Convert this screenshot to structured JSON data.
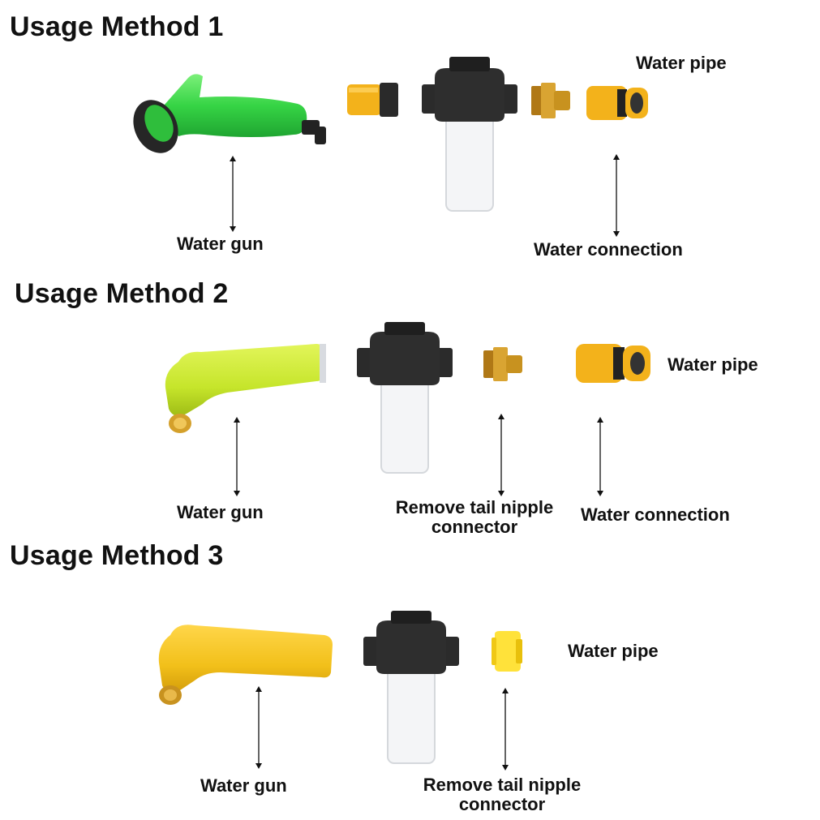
{
  "colors": {
    "background": "#ffffff",
    "text": "#111111",
    "green_gun": "#3ed94a",
    "lime_gun": "#c9e82e",
    "yellow_gun": "#f2c01a",
    "connector_yellow": "#f3b21b",
    "brass": "#c8921f",
    "dark_plastic": "#2b2b2b",
    "clear_bottle": "#f4f5f7"
  },
  "methods": [
    {
      "title": "Usage Method 1",
      "labels": {
        "water_pipe": "Water pipe",
        "water_gun": "Water gun",
        "water_connection": "Water connection"
      }
    },
    {
      "title": "Usage Method 2",
      "labels": {
        "water_pipe": "Water pipe",
        "water_gun": "Water gun",
        "remove_tail": "Remove tail nipple connector",
        "water_connection": "Water connection"
      }
    },
    {
      "title": "Usage Method 3",
      "labels": {
        "water_pipe": "Water pipe",
        "water_gun": "Water gun",
        "remove_tail": "Remove tail nipple connector"
      }
    }
  ]
}
